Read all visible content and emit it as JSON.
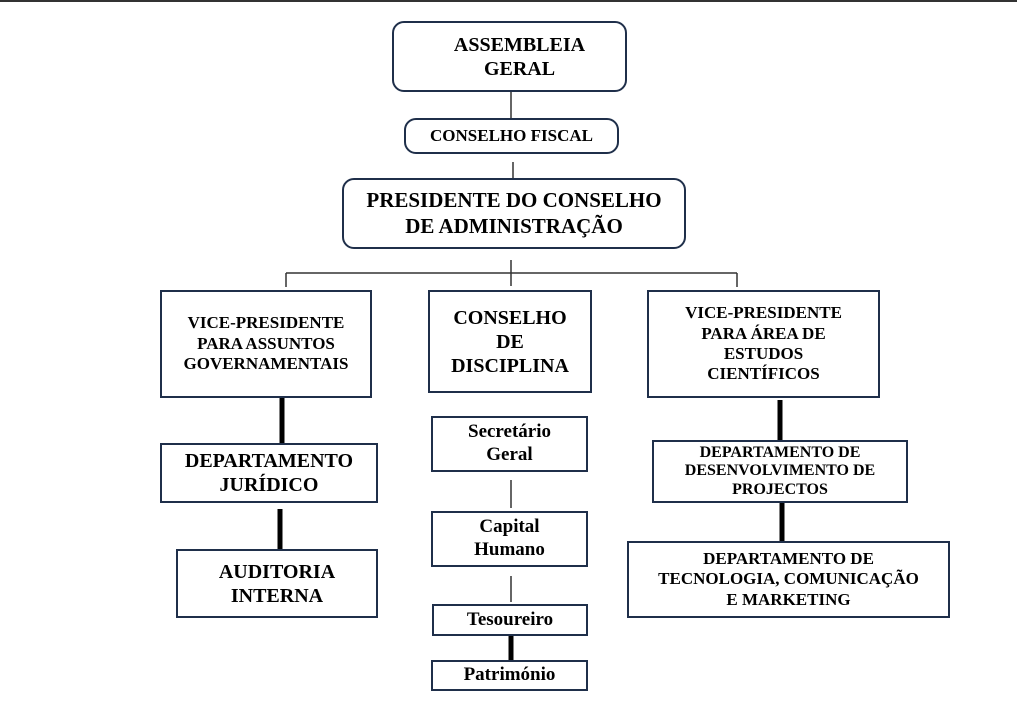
{
  "chart": {
    "assembleia": "ASSEMBLEIA\nGERAL",
    "conselho_fiscal": "CONSELHO FISCAL",
    "presidente": "PRESIDENTE DO CONSELHO\nDE ADMINISTRAÇÃO",
    "vp_governamentais": "VICE-PRESIDENTE\nPARA ASSUNTOS\nGOVERNAMENTAIS",
    "conselho_disciplina": "CONSELHO\nDE\nDISCIPLINA",
    "vp_cientificos": "VICE-PRESIDENTE\nPARA ÁREA DE\nESTUDOS\nCIENTÍFICOS",
    "dep_juridico": "DEPARTAMENTO\nJURÍDICO",
    "auditoria": "AUDITORIA\nINTERNA",
    "secretario": "Secretário\nGeral",
    "capital_humano": "Capital\nHumano",
    "tesoureiro": "Tesoureiro",
    "patrimonio": "Património",
    "dep_projectos": "DEPARTAMENTO DE\nDESENVOLVIMENTO DE\nPROJECTOS",
    "dep_tecnologia": "DEPARTAMENTO DE\nTECNOLOGIA, COMUNICAÇÃO\nE MARKETING"
  },
  "colors": {
    "border": "#1f2f4a",
    "connector": "#000000"
  }
}
